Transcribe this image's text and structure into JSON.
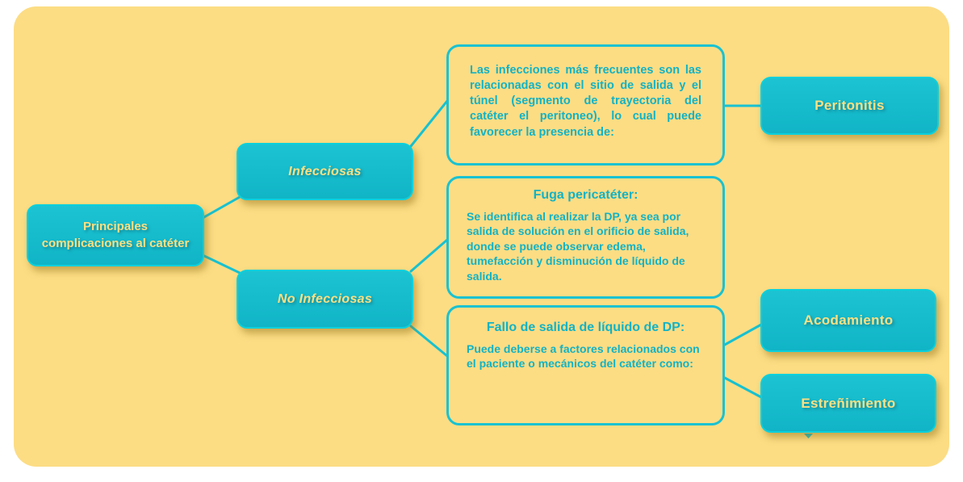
{
  "diagram": {
    "topic": "Principales complicaciones al catéter",
    "nodes": {
      "root": {
        "line1": "Principales",
        "line2": "complicaciones al catéter"
      },
      "infecciosas": {
        "label": "Infecciosas"
      },
      "no_infecciosas": {
        "label": "No Infecciosas"
      },
      "peritonitis": {
        "label": "Peritonitis"
      },
      "acodamiento": {
        "label": "Acodamiento"
      },
      "estrenimiento": {
        "label": "Estreñimiento"
      }
    },
    "info_boxes": {
      "infecciones": {
        "body": "Las infecciones más frecuentes son las relacionadas con el sitio de salida y el túnel (segmento de trayectoria del catéter el peritoneo), lo cual puede favorecer la presencia de:"
      },
      "fuga_pericateter": {
        "title": "Fuga pericatéter:",
        "body": "Se identifica al realizar la DP, ya sea por salida de solución en el orificio de salida, donde se puede observar edema, tumefacción y disminución de líquido de salida."
      },
      "fallo_salida": {
        "title": "Fallo de salida de líquido de DP:",
        "body": "Puede deberse a factores relacionados con el paciente o mecánicos del catéter como:"
      }
    },
    "colors": {
      "outer_background": "#ffffff",
      "canvas_background": "#fcdd84",
      "node_fill": "#14bccb",
      "node_border": "#0bd0dc",
      "node_text": "#fbe083",
      "infobox_border": "#19c2d2",
      "infobox_text": "#13b2c4",
      "connector": "#17c1d1"
    }
  }
}
